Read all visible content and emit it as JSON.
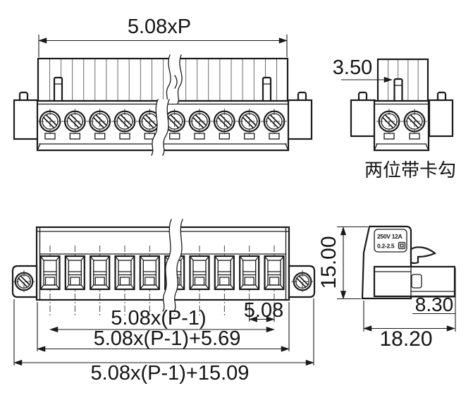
{
  "colors": {
    "line": "#1a1a1a",
    "background": "#ffffff"
  },
  "views": {
    "multi_front": {
      "dim_width": "5.08xP"
    },
    "two_pos": {
      "dim_pin": "3.50",
      "caption": "两位带卡勾"
    },
    "bottom": {
      "dim_pitch_span": "5.08x(P-1)",
      "dim_pitch": "5.08",
      "dim_body": "5.08x(P-1)+5.69",
      "dim_overall": "5.08x(P-1)+15.09"
    },
    "side": {
      "dim_height": "15.00",
      "dim_socket": "8.30",
      "dim_depth": "18.20",
      "marking_line1": "250V 12A",
      "marking_line2": "0.2-2.5"
    }
  }
}
